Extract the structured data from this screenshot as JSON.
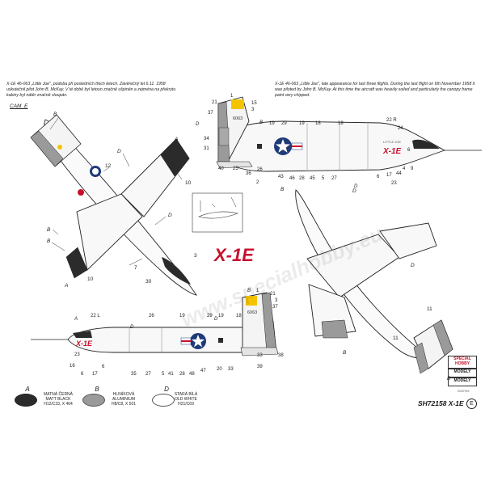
{
  "texts": {
    "czech_desc": "X-1E 46-063 „Little Joe\", podoba při posledních třech letech. Závěrečný let 6.11. 1958 uskutečnil pilot John B. McKay. V té době byl letoun značně ušpiněn a zejména na překrytu kabiny byl nátěr značně sloupán.",
    "english_desc": "X-1E 46-063 „Little Joe\", late appearance for last three flights. During the last flight on 6th November 1958 it was piloted by John B. McKay. At this time the aircraft was heavily soiled and particularly the canopy frame paint very chipped.",
    "cam_label": "CAM. E",
    "x1e_logo": "X-1E",
    "watermark": "www.specialhobby.eu",
    "serial": "6063",
    "footer_code": "SH72158 X-1E",
    "footer_letter": "E",
    "bottom_right_small": "2007/09"
  },
  "legend": [
    {
      "letter": "A",
      "label": "MATNÁ ČERNÁ\nMATT BLACK\nH12/C33, X 404",
      "color": "#2b2b2b"
    },
    {
      "letter": "B",
      "label": "HLINÍKOVÁ\nALUMINIUM\nH8/C8, X 501",
      "color": "#9a9a9a"
    },
    {
      "letter": "D",
      "label": "STARÁ BÍLÁ\nOLD WHITE\nH21/C69",
      "color": "#ffffff"
    }
  ],
  "callouts": {
    "top_left": [
      "B",
      "D",
      "A",
      "12",
      "10",
      "B",
      "D",
      "B",
      "7",
      "10",
      "A",
      "30",
      "3"
    ],
    "side_top": [
      "21",
      "1",
      "15",
      "3",
      "37",
      "34",
      "31",
      "40",
      "25",
      "36",
      "2",
      "19",
      "29",
      "19",
      "18",
      "18",
      "22 R",
      "24",
      "6",
      "44",
      "17",
      "9",
      "23",
      "4",
      "26",
      "46",
      "43",
      "28",
      "45",
      "5",
      "27",
      "B",
      "D"
    ],
    "side_bottom": [
      "1",
      "21",
      "3",
      "37",
      "22 L",
      "26",
      "19",
      "29",
      "19",
      "18",
      "A",
      "33",
      "35",
      "27",
      "5",
      "41",
      "28",
      "48",
      "47",
      "20",
      "33",
      "39",
      "38",
      "16",
      "23",
      "17",
      "6",
      "B"
    ],
    "bottom_plan": [
      "B",
      "D",
      "D",
      "11",
      "11",
      "B",
      "B"
    ]
  },
  "logos": {
    "special_hobby": "SPECIAL HOBBY",
    "modely": "MODELY"
  },
  "colors": {
    "red": "#c8102e",
    "yellow": "#f5c400",
    "aluminium": "#9a9a9a",
    "black": "#2b2b2b",
    "blue": "#1f3a78"
  }
}
